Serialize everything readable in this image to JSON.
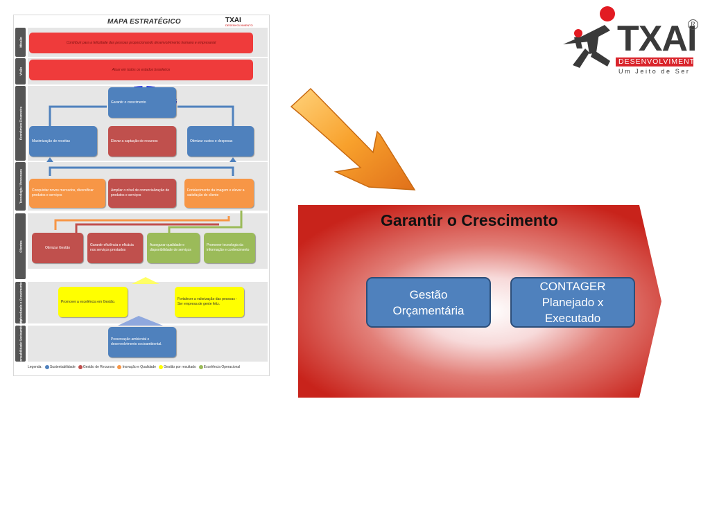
{
  "map": {
    "title": "MAPA ESTRATÉGICO",
    "logo_text": "TXAI",
    "logo_sub": "DESENVOLVIMENTO",
    "perspectives": [
      "Missão",
      "Visão",
      "Econômico Financeira",
      "Tecnologia / Processos",
      "Clientes",
      "Aprendizado e Crescimento",
      "Responsabilidade Socioambiental"
    ],
    "mission": "Contribuir para a felicidade das pessoas proporcionando desenvolvimento humano e empresarial",
    "vision": "Atuar em todos os estados brasileiros",
    "financial": {
      "top": "Garantir o crescimento",
      "left": "Maximização de receitas",
      "mid": "Elevar a captação de recursos",
      "right": "Otimizar custos e despesas"
    },
    "process": {
      "left": "Conquistar novos mercados, diversificar produtos e serviços",
      "mid": "Ampliar o nível de comercialização de produtos e serviços",
      "right": "Fortalecimento da imagem e elevar a satisfação do cliente"
    },
    "clients": {
      "c1": "Otimizar Gestão",
      "c2": "Garantir eficiência e eficácia nos serviços prestados",
      "c3": "Assegurar qualidade e disponibilidade de serviços",
      "c4": "Promover tecnologia da informação e conhecimento"
    },
    "learning": {
      "left": "Promover a excelência em Gestão.",
      "right": "Fortalecer a valorização das pessoas - Ser empresa de gente feliz."
    },
    "social": "Preservação ambiental e desenvolvimento socioambiental.",
    "legend_label": "Legenda:",
    "legend": [
      {
        "label": "Sustentabilidade",
        "color": "#4f81bd"
      },
      {
        "label": "Gestão de Recursos",
        "color": "#c0504d"
      },
      {
        "label": "Inovação e Qualidade",
        "color": "#f79646"
      },
      {
        "label": "Gestão por resultado",
        "color": "#ffff00"
      },
      {
        "label": "Excelência Operacional",
        "color": "#9bbb59"
      }
    ]
  },
  "logo": {
    "name": "TXAI",
    "subtitle": "DESENVOLVIMENTO",
    "tagline": "Um Jeito de Ser",
    "registered": "R"
  },
  "panel": {
    "title": "Garantir o Crescimento",
    "box1_line1": "Gestão",
    "box1_line2": "Orçamentária",
    "box2_line1": "CONTAGER",
    "box2_line2": "Planejado x",
    "box2_line3": "Executado"
  },
  "colors": {
    "panel_red": "#c8231b",
    "box_blue": "#4f81bd",
    "arrow_orange": "#f7941d",
    "logo_red": "#d9242b"
  }
}
